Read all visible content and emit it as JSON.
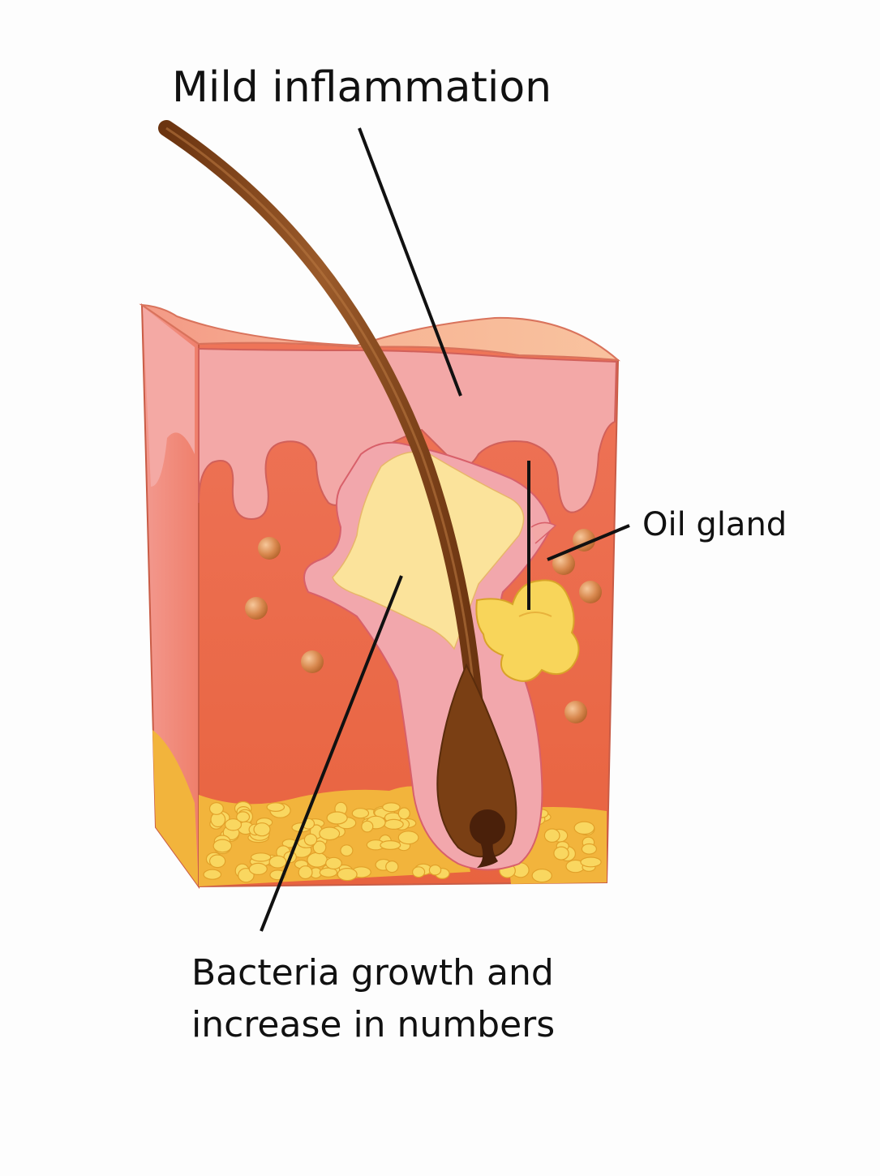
{
  "labels": {
    "mild_inflammation": "Mild inflammation",
    "oil_gland": "Oil gland",
    "bacteria_line1": "Bacteria growth and",
    "bacteria_line2": "increase in numbers"
  },
  "colors": {
    "background": "#fdfdfd",
    "skin_surface": "#f4a98e",
    "epidermis": "#f3a7a6",
    "dermis": "#ec6d4f",
    "dermis_side": "#f28a86",
    "fat_layer": "#f2b63a",
    "fat_cells": "#f9d760",
    "infection_pocket": "#fbe39b",
    "oil_gland": "#f8d55a",
    "hair": "#7a3f14",
    "hair_bulb": "#5a2c0c",
    "leader_line": "#111111"
  }
}
